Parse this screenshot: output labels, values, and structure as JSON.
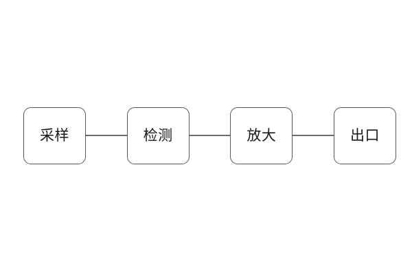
{
  "diagram": {
    "type": "linear-flow",
    "background_color": "#ffffff",
    "node_border_color": "#56585a",
    "node_fill_color": "#ffffff",
    "connector_color": "#6a6c6e",
    "label_color": "#181818",
    "nodes": [
      {
        "id": "node-1",
        "label": "采样"
      },
      {
        "id": "node-2",
        "label": "检测"
      },
      {
        "id": "node-3",
        "label": "放大"
      },
      {
        "id": "node-4",
        "label": "出口"
      }
    ],
    "connectors": [
      {
        "id": "connector-1",
        "from": "node-1",
        "to": "node-2"
      },
      {
        "id": "connector-2",
        "from": "node-2",
        "to": "node-3"
      },
      {
        "id": "connector-3",
        "from": "node-3",
        "to": "node-4"
      }
    ]
  }
}
